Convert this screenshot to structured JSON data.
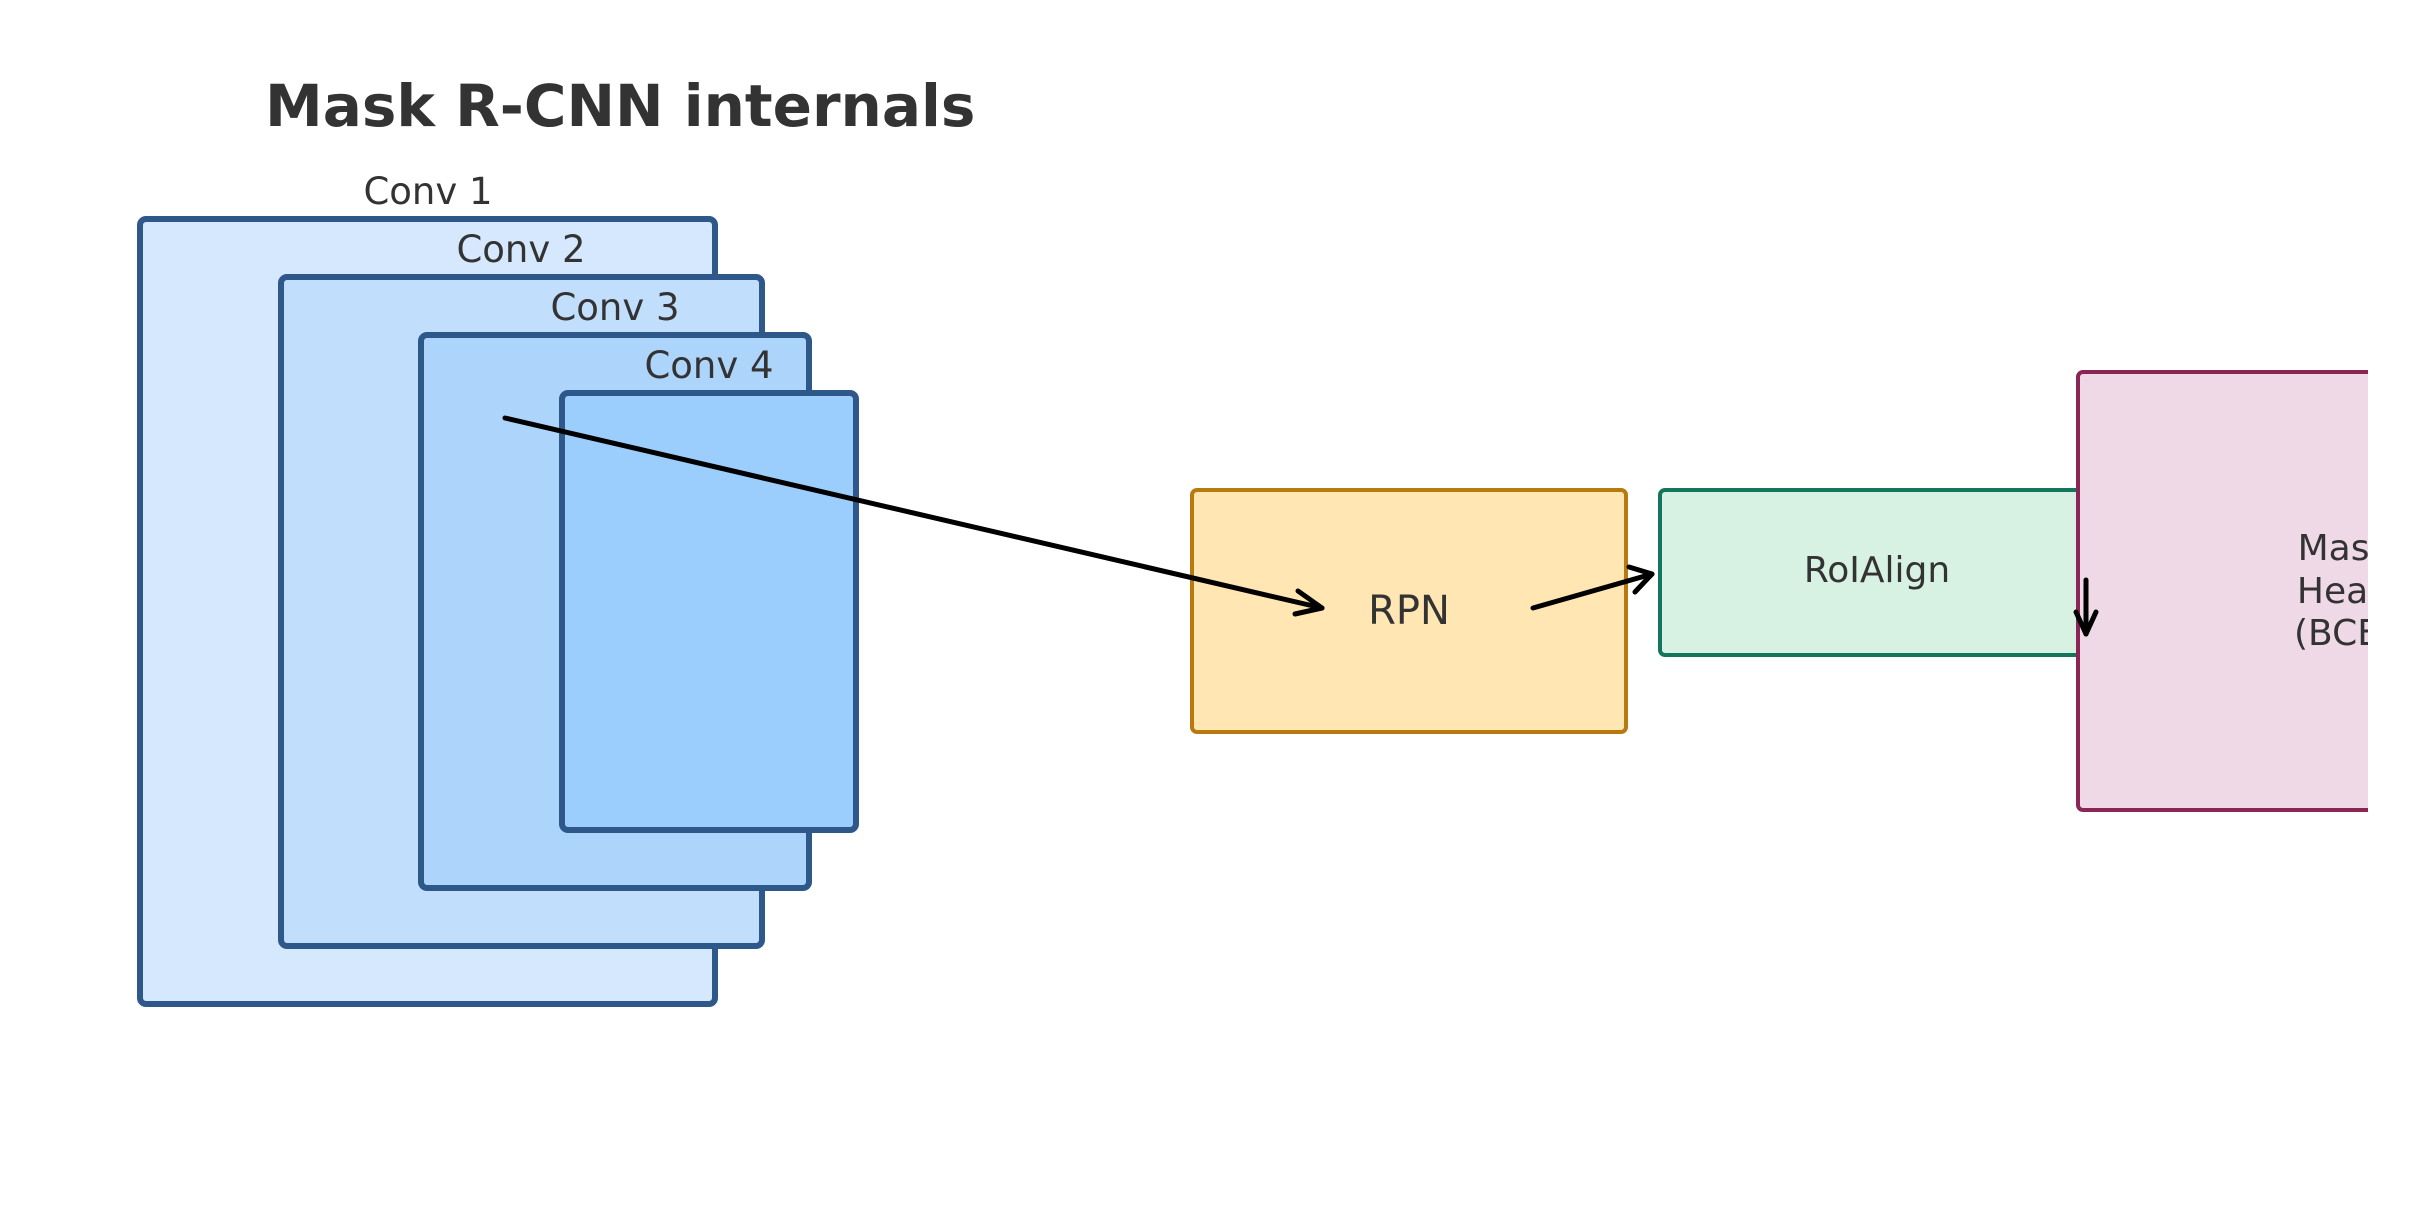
{
  "title": "Mask R-CNN internals",
  "backbone": {
    "layers": [
      {
        "label": "Conv 1",
        "fill": "#d6e8fd",
        "stroke": "#2e578a"
      },
      {
        "label": "Conv 2",
        "fill": "#c1dffd",
        "stroke": "#2e578a"
      },
      {
        "label": "Conv 3",
        "fill": "#add5fc",
        "stroke": "#2e578a"
      },
      {
        "label": "Conv 4",
        "fill": "#9ccefd",
        "stroke": "#2e578a"
      }
    ]
  },
  "rpn": {
    "label": "RPN",
    "fill": "#ffe6b3",
    "stroke": "#b8790f"
  },
  "roialign": {
    "label": "RoIAlign",
    "fill": "#d7f1e3",
    "stroke": "#13765a"
  },
  "mask_head": {
    "lines": [
      "Mask",
      "Head",
      "(BCE)"
    ],
    "fill": "#efd9e6",
    "stroke": "#8a2656"
  },
  "colors": {
    "text": "#333333",
    "arrow": "#000000"
  }
}
